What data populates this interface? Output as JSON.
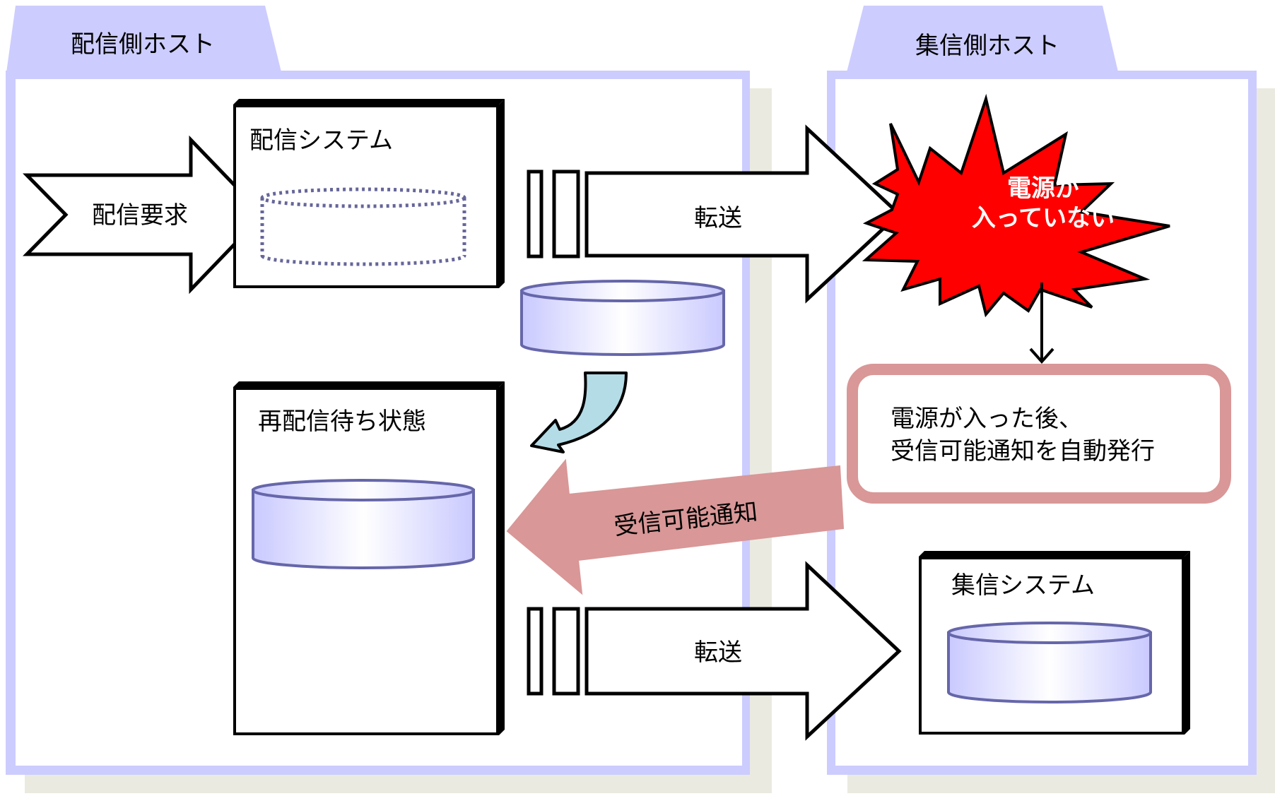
{
  "sender_host": {
    "tab_label": "配信側ホスト"
  },
  "receiver_host": {
    "tab_label": "集信側ホスト"
  },
  "delivery_request": {
    "label": "配信要求"
  },
  "delivery_system": {
    "title": "配信システム"
  },
  "transfer_top": {
    "label": "転送"
  },
  "power_alert": {
    "line1": "電源が",
    "line2": "入っていない"
  },
  "redelivery_wait": {
    "title": "再配信待ち状態"
  },
  "auto_notice": {
    "line1": "電源が入った後、",
    "line2": "受信可能通知を自動発行"
  },
  "receivable_notification": {
    "label": "受信可能通知"
  },
  "transfer_bottom": {
    "label": "転送"
  },
  "collection_system": {
    "title": "集信システム"
  },
  "colors": {
    "panel_fill": "#ccccff",
    "panel_shadow": "#ebeae1",
    "drum_fill": "#d0d0ff",
    "drum_stroke": "#6666aa",
    "alert_red": "#ff0000",
    "notice_pink": "#d99797",
    "loop_arrow": "#b4dce6"
  }
}
